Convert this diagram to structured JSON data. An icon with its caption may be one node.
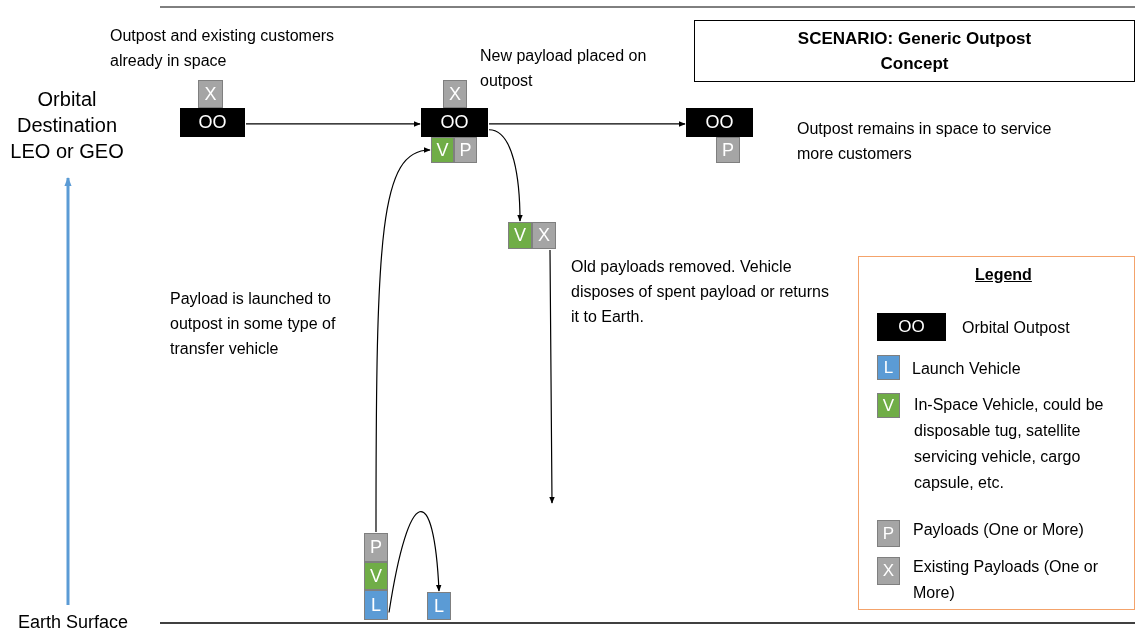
{
  "diagram": {
    "nodes": [
      {
        "text": [
          "X"
        ]
      },
      {
        "text": [
          "OO"
        ]
      },
      {
        "text": [
          "X"
        ]
      },
      {
        "text": [
          "OO"
        ]
      },
      {
        "text": [
          "V"
        ]
      },
      {
        "text": [
          "P"
        ]
      },
      {
        "text": [
          "OO"
        ]
      },
      {
        "text": [
          "P"
        ]
      },
      {
        "text": [
          "V"
        ]
      },
      {
        "text": [
          "X"
        ]
      },
      {
        "text": [
          "P"
        ]
      },
      {
        "text": [
          "V"
        ]
      },
      {
        "text": [
          "L"
        ]
      },
      {
        "text": [
          "L"
        ]
      },
      {
        "text": [
          "SCENARIO: Generic Outpost Concept"
        ]
      }
    ],
    "edges": [
      {
        "from": 1,
        "to": 3,
        "arrow": "to"
      },
      {
        "from": 3,
        "to": 6,
        "arrow": "to"
      },
      {
        "from": 3,
        "to": 8,
        "arrow": "to"
      },
      {
        "from": 10,
        "to": 4,
        "arrow": "to"
      },
      {
        "from": 12,
        "to": 13,
        "arrow": "to"
      },
      {
        "from": 9,
        "to": null,
        "arrow": "to"
      }
    ],
    "labels": [
      "Outpost and existing customers already in space",
      "New payload placed on outpost",
      "Outpost remains in space to service more customers",
      "Payload is launched to outpost in some type of transfer vehicle",
      "Old payloads removed. Vehicle disposes of spent payload or returns it to Earth.",
      "Orbital Destination LEO or GEO",
      "Earth Surface",
      "Legend",
      "OO",
      "L",
      "V",
      "P",
      "X"
    ],
    "legend": [
      {
        "text": "Orbital Outpost",
        "color": "#000000"
      },
      {
        "text": "Launch Vehicle",
        "color": "#5b9bd5"
      },
      {
        "text": "In-Space Vehicle, could be disposable tug, satellite servicing vehicle, cargo capsule, etc.",
        "color": "#70ad47"
      },
      {
        "text": "Payloads (One or More)",
        "color": "#a5a5a5"
      },
      {
        "text": "Existing Payloads (One or More)",
        "color": "#a5a5a5"
      }
    ]
  }
}
